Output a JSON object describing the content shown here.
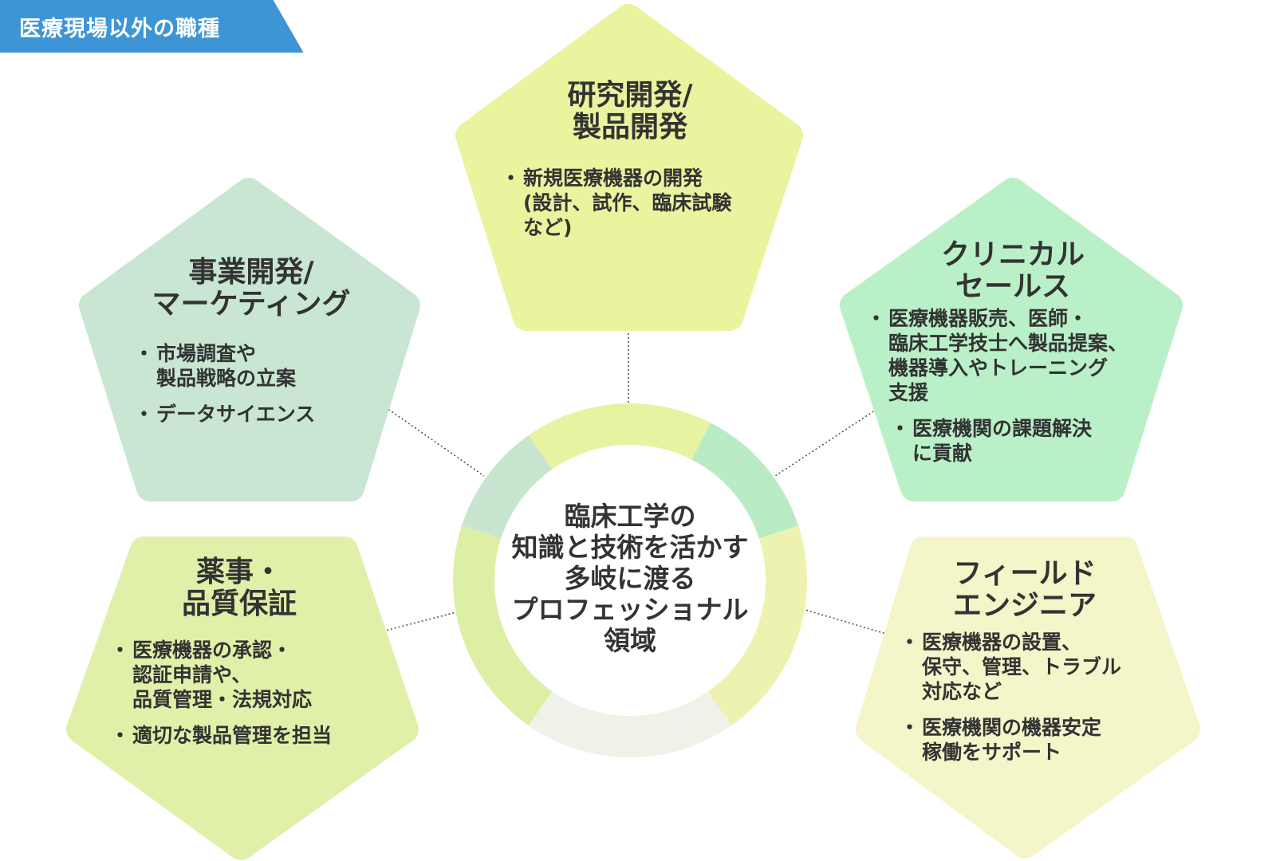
{
  "header": {
    "title": "医療現場以外の職種",
    "color": "#3e95d6"
  },
  "center": {
    "lines": [
      "臨床工学の",
      "知識と技術を活かす",
      "多岐に渡る",
      "プロフェッショナル",
      "領域"
    ]
  },
  "ring": {
    "segment_colors": [
      "#e8f3a2",
      "#b9ecc4",
      "#eef2b0",
      "#eff2e8",
      "#dcefa5",
      "#c8e6cf"
    ],
    "inner_color": "#ffffff"
  },
  "nodes": {
    "rd": {
      "title": [
        "研究開発/",
        "製品開発"
      ],
      "items": [
        "新規医療機器の開発\n(設計、試作、臨床試験\nなど)"
      ],
      "color": "#eaf39e"
    },
    "clinical_sales": {
      "title": [
        "クリニカル",
        "セールス"
      ],
      "items": [
        "医療機器販売、医師・\n臨床工学技士へ製品提案、\n機器導入やトレーニング\n支援",
        "医療機関の課題解決\nに貢献"
      ],
      "color": "#b9f0c8"
    },
    "field_engineer": {
      "title": [
        "フィールド",
        "エンジニア"
      ],
      "items": [
        "医療機器の設置、\n保守、管理、トラブル\n対応など",
        "医療機関の機器安定\n稼働をサポート"
      ],
      "color": "#f4f5c9"
    },
    "regulatory": {
      "title": [
        "薬事・",
        "品質保証"
      ],
      "items": [
        "医療機器の承認・\n認証申請や、\n品質管理・法規対応",
        "適切な製品管理を担当"
      ],
      "color": "#e1f0a8"
    },
    "bizdev": {
      "title": [
        "事業開発/",
        "マーケティング"
      ],
      "items": [
        "市場調査や\n製品戦略の立案",
        "データサイエンス"
      ],
      "color": "#c8e6d1"
    }
  }
}
